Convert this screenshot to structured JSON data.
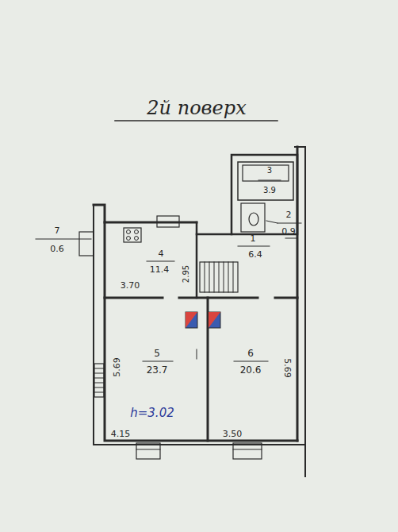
{
  "diagram": {
    "title": "2й поверх",
    "labels": [
      "3",
      "3.9",
      "2",
      "0.9",
      "7",
      "0.6",
      "1",
      "6.4",
      "4",
      "11.4",
      "2.95",
      "3.70",
      "5",
      "23.7",
      "5.69",
      "h=3.02",
      "4.15",
      "6",
      "20.6",
      "5.69",
      "3.50"
    ]
  }
}
